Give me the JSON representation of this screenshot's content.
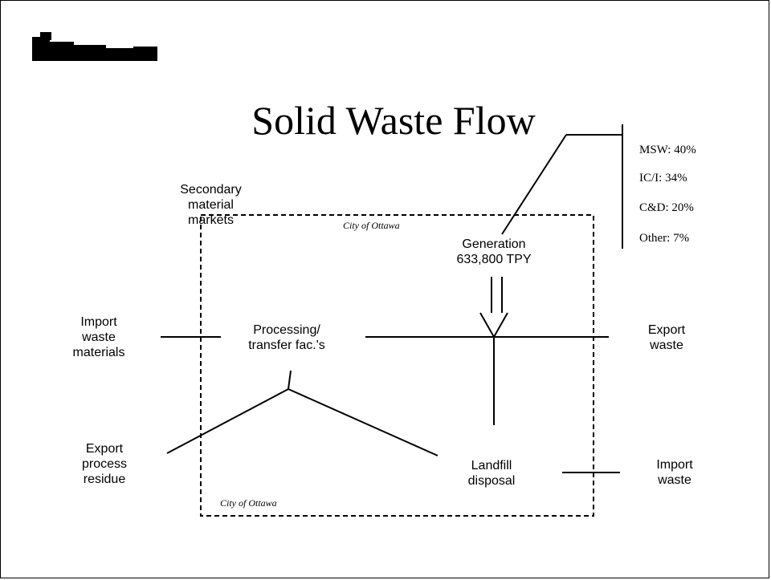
{
  "title": "Solid Waste Flow",
  "boundary_labels": {
    "top": "City of Ottawa",
    "bottom": "City of Ottawa"
  },
  "nodes": {
    "secondary_markets": "Secondary\nmaterial\nmarkets",
    "generation": "Generation\n633,800 TPY",
    "import_waste_materials": "Import\nwaste\nmaterials",
    "processing": "Processing/\ntransfer fac.'s",
    "export_waste": "Export\nwaste",
    "export_process_residue": "Export\nprocess\nresidue",
    "landfill": "Landfill\ndisposal",
    "import_waste": "Import\nwaste"
  },
  "composition": [
    {
      "label": "MSW: 40%"
    },
    {
      "label": "IC/I: 34%"
    },
    {
      "label": "C&D: 20%"
    },
    {
      "label": "Other: 7%"
    }
  ],
  "colors": {
    "line": "#000000",
    "background": "#ffffff"
  }
}
